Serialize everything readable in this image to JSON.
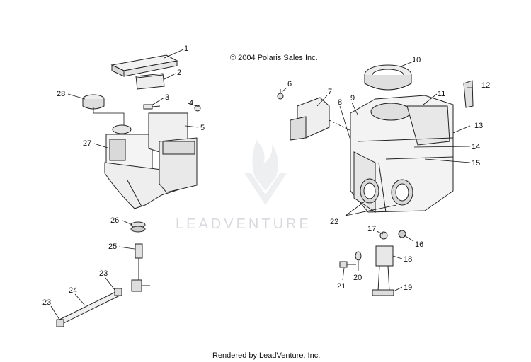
{
  "copyright": "© 2004 Polaris Sales Inc.",
  "watermark": "LEADVENTURE",
  "footer": "Rendered by LeadVenture, Inc.",
  "callouts": [
    "1",
    "2",
    "3",
    "4",
    "5",
    "6",
    "7",
    "8",
    "9",
    "10",
    "11",
    "12",
    "13",
    "14",
    "15",
    "16",
    "17",
    "18",
    "19",
    "20",
    "21",
    "22",
    "23",
    "23",
    "24",
    "25",
    "26",
    "27",
    "28"
  ]
}
